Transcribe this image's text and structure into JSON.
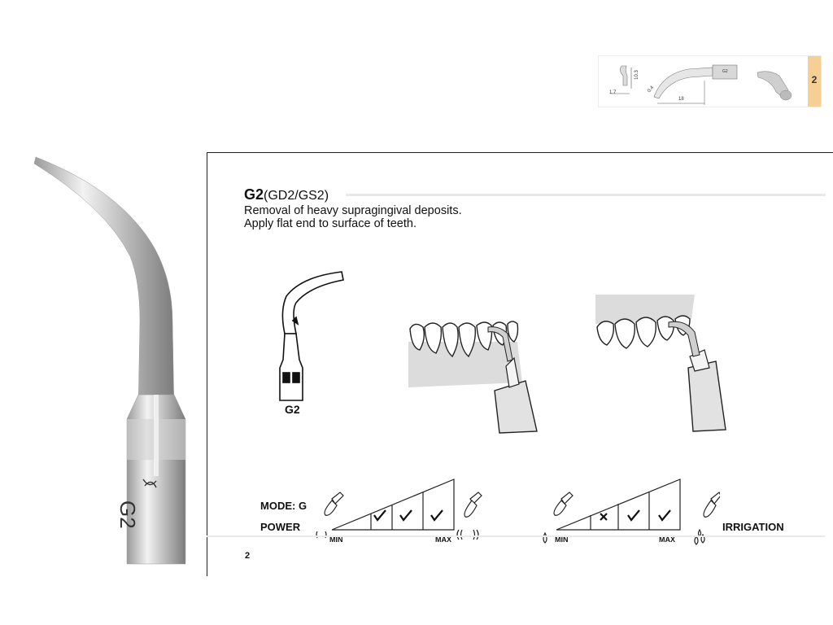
{
  "spec_strip": {
    "dims": {
      "width_a": "1.7",
      "height": "10.3",
      "tip": "0.4",
      "length": "18"
    },
    "tip_mark": "G2",
    "page_tab": "2"
  },
  "left_tip": {
    "engraving": "G2"
  },
  "heading": {
    "code": "G2",
    "variants": "(GD2/GS2)"
  },
  "description": [
    "Removal of heavy supragingival deposits.",
    "Apply flat end to surface of teeth."
  ],
  "diagram_tip_label": "G2",
  "settings": {
    "mode_label": "MODE: G",
    "power_label": "POWER",
    "irrigation_label": "IRRIGATION",
    "min_label": "MIN",
    "max_label": "MAX",
    "power_levels": [
      "check",
      "check",
      "check"
    ],
    "irrigation_levels": [
      "cross",
      "check",
      "check"
    ]
  },
  "page_number": "2"
}
